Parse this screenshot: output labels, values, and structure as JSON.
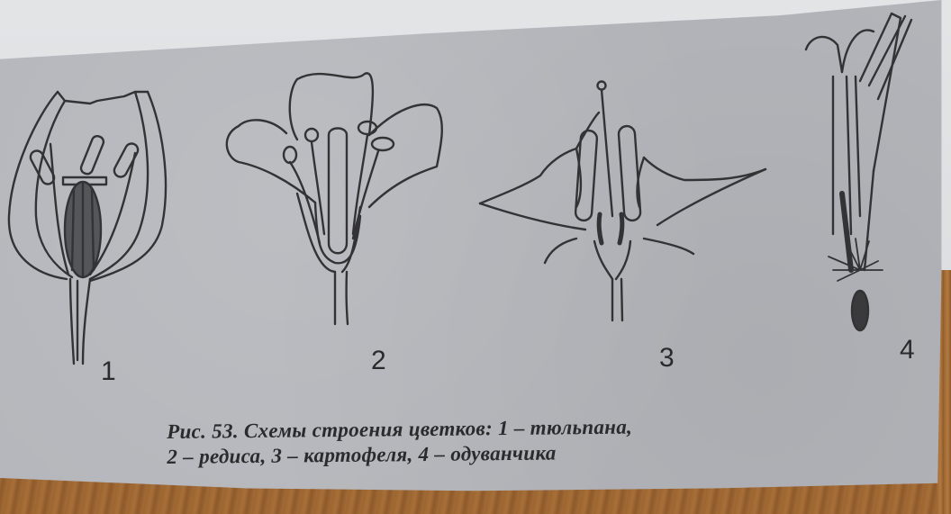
{
  "figure": {
    "number": "Рис. 53.",
    "caption_line1": "Рис. 53. Схемы строения цветков: 1 – тюльпана,",
    "caption_line2": "2 – редиса, 3 – картофеля, 4 – одуванчика",
    "panels": [
      {
        "label": "1",
        "name": "тюльпана"
      },
      {
        "label": "2",
        "name": "редиса"
      },
      {
        "label": "3",
        "name": "картофеля"
      },
      {
        "label": "4",
        "name": "одуванчика"
      }
    ]
  },
  "colors": {
    "paper": "#b4b6bb",
    "ink": "#333336",
    "wall": "#e2e4e6",
    "table": "#9a6532"
  }
}
